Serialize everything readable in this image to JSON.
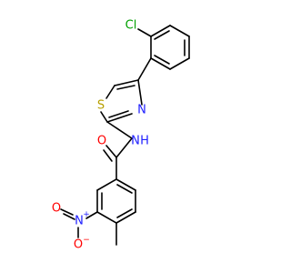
{
  "molecule": {
    "atoms": {
      "chlorine": "Cl",
      "sulfur": "S",
      "thiazole_nitrogen": "N",
      "amide_nitrogen": "N",
      "amide_hydrogen": "H",
      "carbonyl_oxygen": "O",
      "nitro_nitrogen": "N",
      "nitro_nitrogen_charge": "+",
      "nitro_oxygen_double": "O",
      "nitro_oxygen_single": "O",
      "nitro_oxygen_charge": "−"
    },
    "colors": {
      "bond": "#000000",
      "carbon": "#000000",
      "chlorine": "#00a000",
      "sulfur": "#b8a000",
      "nitrogen": "#2020ff",
      "oxygen": "#ff0000"
    }
  }
}
